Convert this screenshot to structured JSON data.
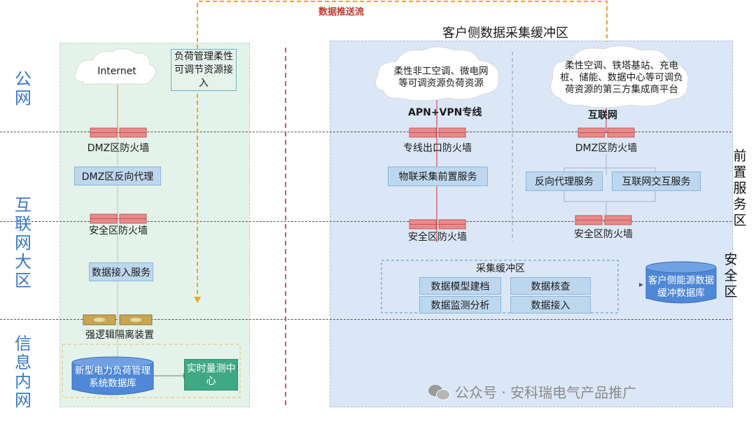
{
  "top_flow_label": "数据推送流",
  "right_title": "客户侧数据采集缓冲区",
  "zones": {
    "public": "公网",
    "internet_large": "互联网大区",
    "intranet": "信息内网",
    "front_service": "前置服务区",
    "security": "安全区"
  },
  "left": {
    "internet": "Internet",
    "flex_resource": "负荷管理柔性可调节资源接入",
    "dmz_firewall": "DMZ区防火墙",
    "dmz_proxy": "DMZ区反向代理",
    "security_firewall": "安全区防火墙",
    "data_access": "数据接入服务",
    "isolation": "强逻辑隔离装置",
    "database": "新型电力负荷管理系统数据库",
    "realtime": "实时量测中心"
  },
  "right": {
    "cloud1": "柔性非工空调、微电网等可调资源负荷资源",
    "apn": "APN+VPN专线",
    "cloud2": "柔性空调、铁塔基站、充电桩、储能、数据中心等可调负荷资源的第三方集成商平台",
    "internet_label": "互联网",
    "line_firewall": "专线出口防火墙",
    "dmz_firewall": "DMZ区防火墙",
    "iot_service": "物联采集前置服务",
    "reverse_proxy": "反向代理服务",
    "internet_interact": "互联网交互服务",
    "sec_firewall_1": "安全区防火墙",
    "sec_firewall_2": "安全区防火墙",
    "buffer_title": "采集缓冲区",
    "buffer_items": [
      "数据模型建档",
      "数据核查",
      "数据监测分析",
      "数据接入"
    ],
    "customer_db": "客户侧能源数据缓冲数据库"
  },
  "watermark": "公众号 · 安科瑞电气产品推广",
  "colors": {
    "flow_orange": "#f0a032",
    "zone_blue_text": "#3a78c6",
    "green_zone": "#e3f3ea",
    "blue_zone": "#dbe7f6",
    "box_blue": "#bdd7ee",
    "realtime_green": "#3fa885",
    "firewall_red": "#e88a8a",
    "divider_red": "#b5263d"
  }
}
